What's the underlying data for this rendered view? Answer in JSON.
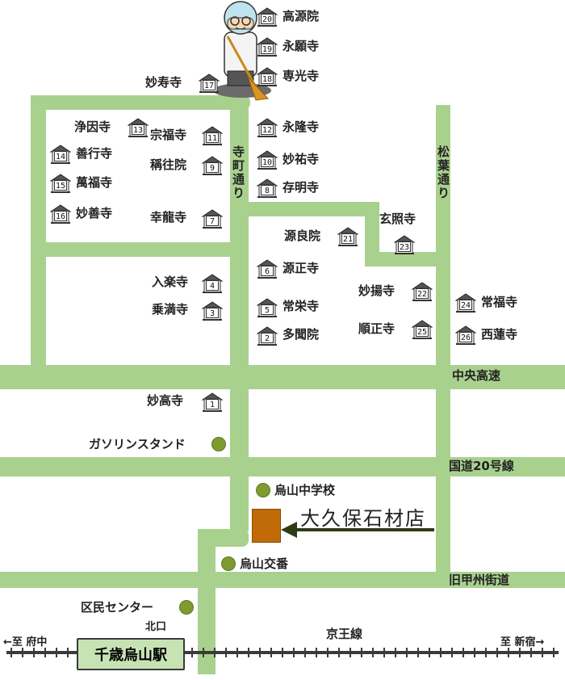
{
  "roads": {
    "teramachi": "寺町通り",
    "matsuba": "松葉通り",
    "chuo_kosoku": "中央高速",
    "kokudo20": "国道20号線",
    "kyu_koshu": "旧甲州街道",
    "keio_line": "京王線"
  },
  "station": {
    "name": "千歳烏山駅",
    "exit": "北口"
  },
  "directions": {
    "left": "←至 府中",
    "right": "至 新宿→"
  },
  "store": {
    "name": "大久保石材店",
    "color": "#c06a08"
  },
  "landmarks": [
    {
      "id": "gas",
      "label": "ガソリンスタンド"
    },
    {
      "id": "school",
      "label": "烏山中学校"
    },
    {
      "id": "police",
      "label": "烏山交番"
    },
    {
      "id": "kumin",
      "label": "区民センター"
    }
  ],
  "temples": [
    {
      "num": "1",
      "name": "妙高寺"
    },
    {
      "num": "2",
      "name": "多聞院"
    },
    {
      "num": "3",
      "name": "乗満寺"
    },
    {
      "num": "4",
      "name": "入楽寺"
    },
    {
      "num": "5",
      "name": "常栄寺"
    },
    {
      "num": "6",
      "name": "源正寺"
    },
    {
      "num": "7",
      "name": "幸龍寺"
    },
    {
      "num": "8",
      "name": "存明寺"
    },
    {
      "num": "9",
      "name": "稱往院"
    },
    {
      "num": "10",
      "name": "妙祐寺"
    },
    {
      "num": "11",
      "name": "宗福寺"
    },
    {
      "num": "12",
      "name": "永隆寺"
    },
    {
      "num": "13",
      "name": "浄因寺"
    },
    {
      "num": "14",
      "name": "善行寺"
    },
    {
      "num": "15",
      "name": "萬福寺"
    },
    {
      "num": "16",
      "name": "妙善寺"
    },
    {
      "num": "17",
      "name": "妙寿寺"
    },
    {
      "num": "18",
      "name": "専光寺"
    },
    {
      "num": "19",
      "name": "永願寺"
    },
    {
      "num": "20",
      "name": "高源院"
    },
    {
      "num": "21",
      "name": "源良院"
    },
    {
      "num": "22",
      "name": "妙揚寺"
    },
    {
      "num": "23",
      "name": "玄照寺"
    },
    {
      "num": "24",
      "name": "常福寺"
    },
    {
      "num": "25",
      "name": "順正寺"
    },
    {
      "num": "26",
      "name": "西蓮寺"
    }
  ],
  "colors": {
    "road": "#a9d18e",
    "road_edge": "#8cbb70",
    "rail": "#3a3a3a",
    "landmark": "#7f9a2f"
  }
}
